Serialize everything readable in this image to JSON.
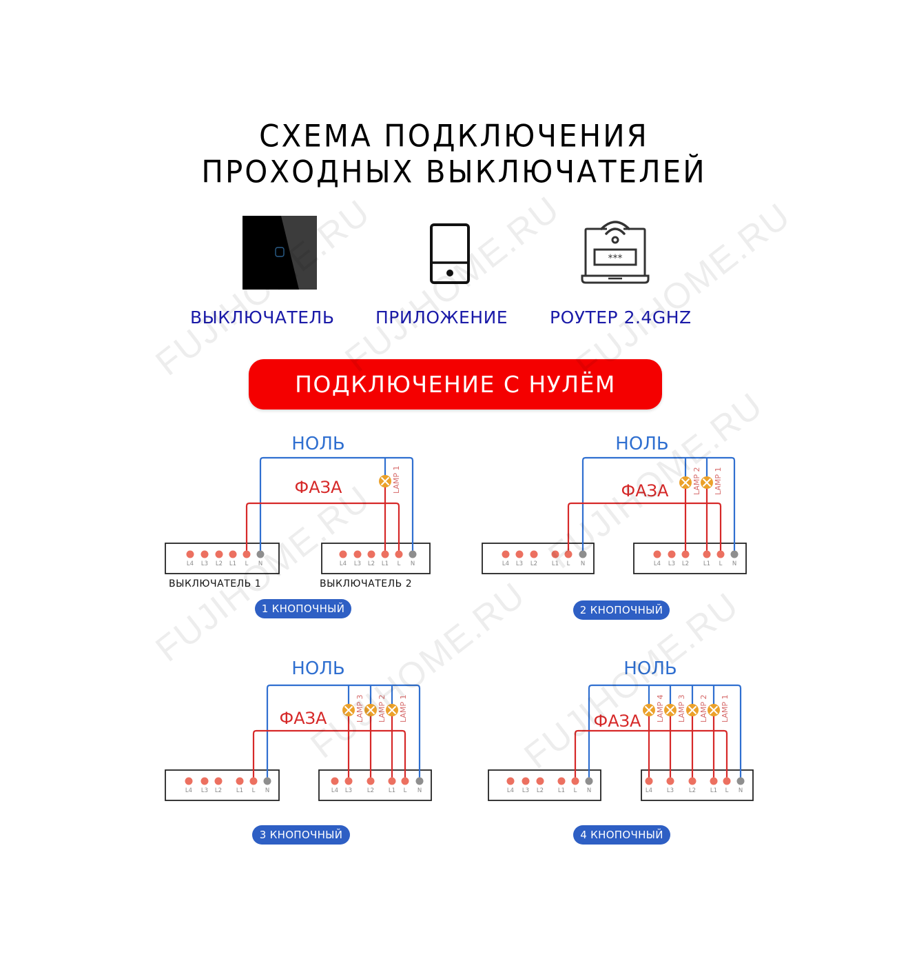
{
  "header": {
    "title_line1": "СХЕМА ПОДКЛЮЧЕНИЯ",
    "title_line2": "ПРОХОДНЫХ ВЫКЛЮЧАТЕЛЕЙ"
  },
  "features": [
    {
      "icon": "touch-switch-icon",
      "label": "ВЫКЛЮЧАТЕЛЬ"
    },
    {
      "icon": "smartphone-icon",
      "label": "ПРИЛОЖЕНИЕ"
    },
    {
      "icon": "wifi-router-laptop-icon",
      "label": "РОУТЕР 2.4GHZ"
    }
  ],
  "banner": {
    "label": "ПОДКЛЮЧЕНИЕ С НУЛЁМ"
  },
  "watermark": "FUJIHOME.RU",
  "colors": {
    "neutral_wire": "#2f6fd0",
    "phase_wire": "#d62828",
    "terminal": "#ec7060",
    "terminal_n": "#8e8e8e",
    "lamp": "#eba12a",
    "pill": "#2e5fc4",
    "banner": "#f40000",
    "feature_label": "#1a1aa8",
    "neutral_label": "#2f6fd0",
    "phase_label": "#d62828",
    "lamp_label": "#d66a6a"
  },
  "diagrams": [
    {
      "id": "1-gang",
      "neutral_label": "НОЛЬ",
      "phase_label": "ФАЗА",
      "pill_label": "1 КНОПОЧНЫЙ",
      "switch1_caption": "ВЫКЛЮЧАТЕЛЬ 1",
      "switch2_caption": "ВЫКЛЮЧАТЕЛЬ 2",
      "terminals": [
        "L4",
        "L3",
        "L2",
        "L1",
        "L",
        "N"
      ],
      "lamps": [
        "LAMP 1"
      ]
    },
    {
      "id": "2-gang",
      "neutral_label": "НОЛЬ",
      "phase_label": "ФАЗА",
      "pill_label": "2 КНОПОЧНЫЙ",
      "terminals": [
        "L4",
        "L3",
        "L2",
        "L1",
        "L",
        "N"
      ],
      "lamps": [
        "LAMP 2",
        "LAMP 1"
      ]
    },
    {
      "id": "3-gang",
      "neutral_label": "НОЛЬ",
      "phase_label": "ФАЗА",
      "pill_label": "3 КНОПОЧНЫЙ",
      "terminals": [
        "L4",
        "L3",
        "L2",
        "L1",
        "L",
        "N"
      ],
      "lamps": [
        "LAMP 3",
        "LAMP 2",
        "LAMP 1"
      ]
    },
    {
      "id": "4-gang",
      "neutral_label": "НОЛЬ",
      "phase_label": "ФАЗА",
      "pill_label": "4 КНОПОЧНЫЙ",
      "terminals": [
        "L4",
        "L3",
        "L2",
        "L1",
        "L",
        "N"
      ],
      "lamps": [
        "LAMP 4",
        "LAMP 3",
        "LAMP 2",
        "LAMP 1"
      ]
    }
  ]
}
